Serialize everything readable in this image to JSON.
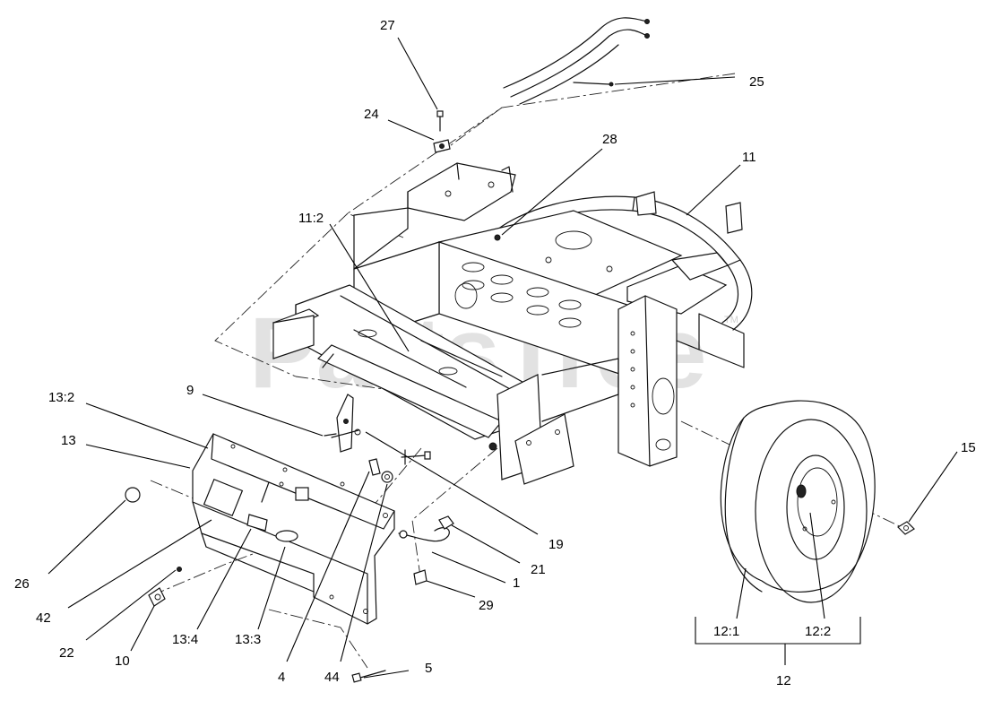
{
  "watermark": {
    "text": "PartsTree",
    "trademark": "TM"
  },
  "callouts": {
    "c27": "27",
    "c25": "25",
    "c24": "24",
    "c28": "28",
    "c11": "11",
    "c11_2": "11:2",
    "c9": "9",
    "c13_2": "13:2",
    "c13": "13",
    "c26": "26",
    "c42": "42",
    "c22": "22",
    "c10": "10",
    "c13_4": "13:4",
    "c13_3": "13:3",
    "c4": "4",
    "c44": "44",
    "c5": "5",
    "c19": "19",
    "c21": "21",
    "c1": "1",
    "c29": "29",
    "c15": "15",
    "c12_1": "12:1",
    "c12_2": "12:2",
    "c12": "12"
  }
}
